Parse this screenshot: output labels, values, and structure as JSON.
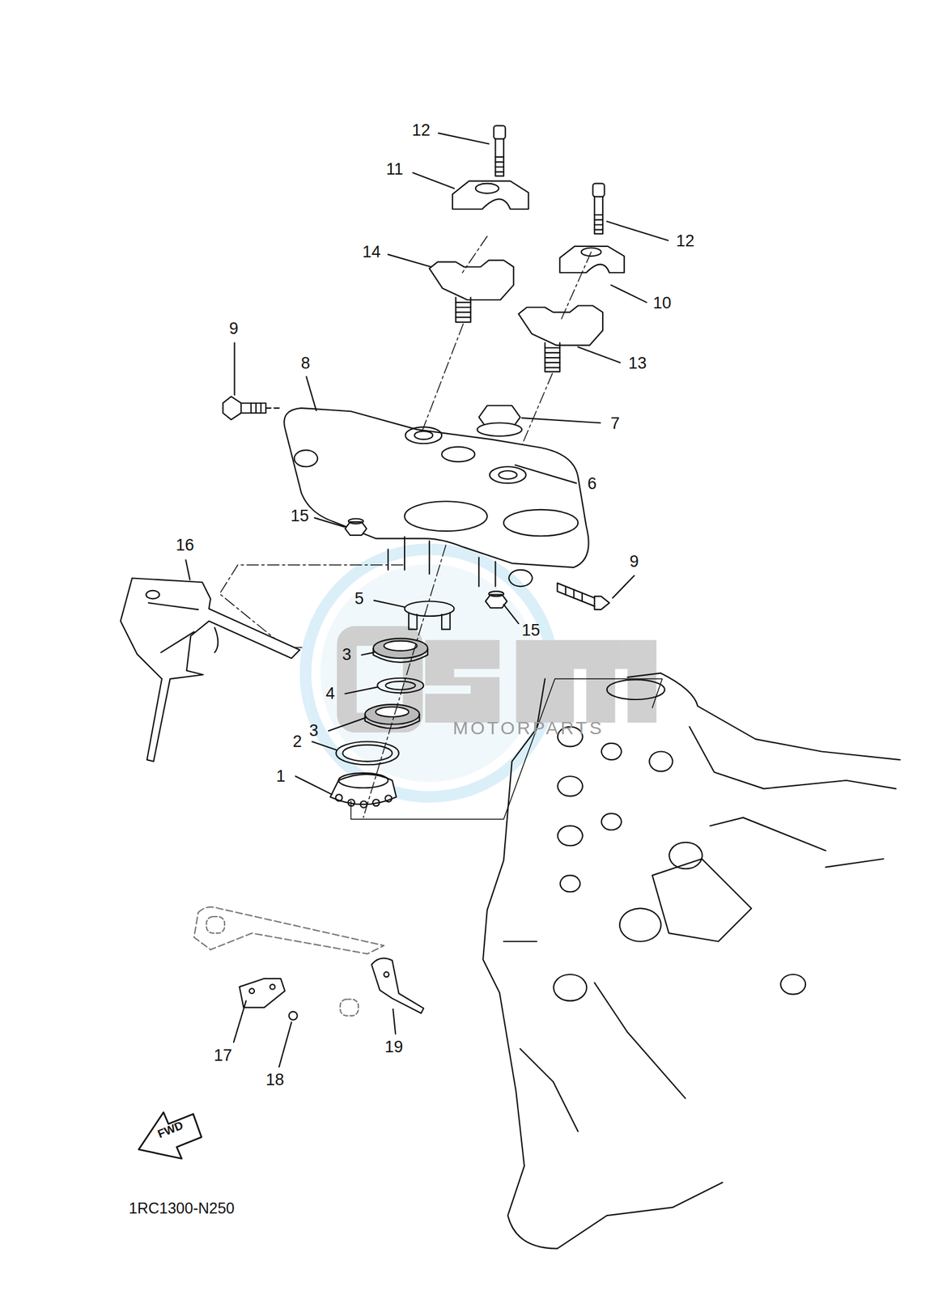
{
  "diagram": {
    "labels": [
      "12",
      "11",
      "14",
      "12",
      "10",
      "13",
      "9",
      "8",
      "7",
      "6",
      "15",
      "16",
      "9",
      "5",
      "15",
      "3",
      "4",
      "3",
      "2",
      "1",
      "17",
      "18",
      "19",
      "FWD",
      "1RC1300-N250",
      "MOTORPARTS"
    ]
  }
}
